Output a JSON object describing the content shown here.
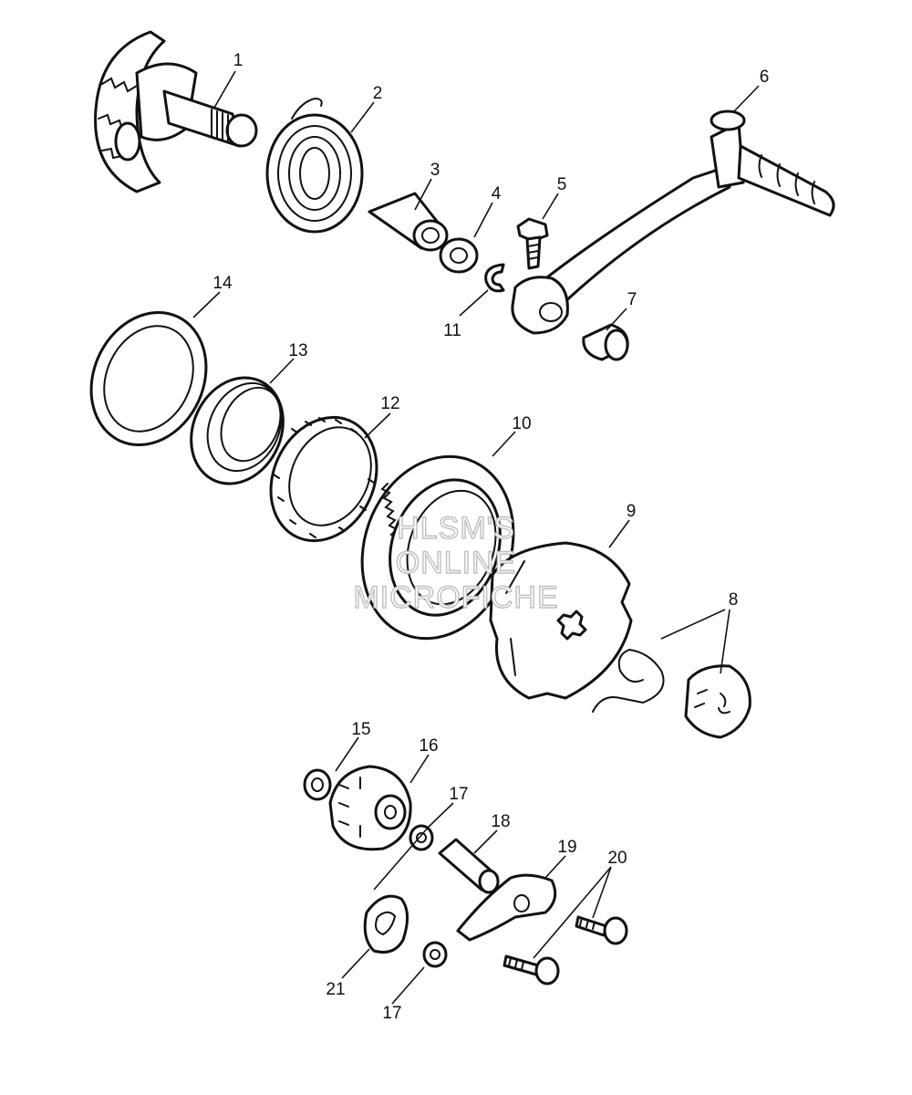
{
  "diagram": {
    "watermark": [
      "HLSM'S",
      "ONLINE",
      "MICROFICHE"
    ],
    "callouts": {
      "c1": "1",
      "c2": "2",
      "c3": "3",
      "c4": "4",
      "c5": "5",
      "c6": "6",
      "c7": "7",
      "c8": "8",
      "c9": "9",
      "c10": "10",
      "c11": "11",
      "c12": "12",
      "c13": "13",
      "c14": "14",
      "c15": "15",
      "c16": "16",
      "c17a": "17",
      "c17b": "17",
      "c18": "18",
      "c19": "19",
      "c20": "20",
      "c21": "21"
    }
  },
  "colors": {
    "line": "#111111",
    "background": "#ffffff",
    "watermark": "#bfbfbf"
  }
}
